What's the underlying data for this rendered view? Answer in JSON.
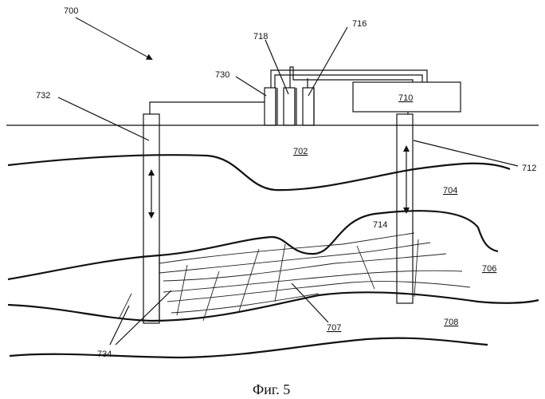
{
  "labels": {
    "system": "700",
    "surface_layer": "702",
    "layer_704": "704",
    "layer_706": "706",
    "fracture_zone": "707",
    "layer_708": "708",
    "unit_710": "710",
    "well_right": "712",
    "bulge": "714",
    "unit_716": "716",
    "unit_718": "718",
    "unit_730": "730",
    "well_left": "732",
    "fractures": "734"
  },
  "caption": "Фиг. 5"
}
